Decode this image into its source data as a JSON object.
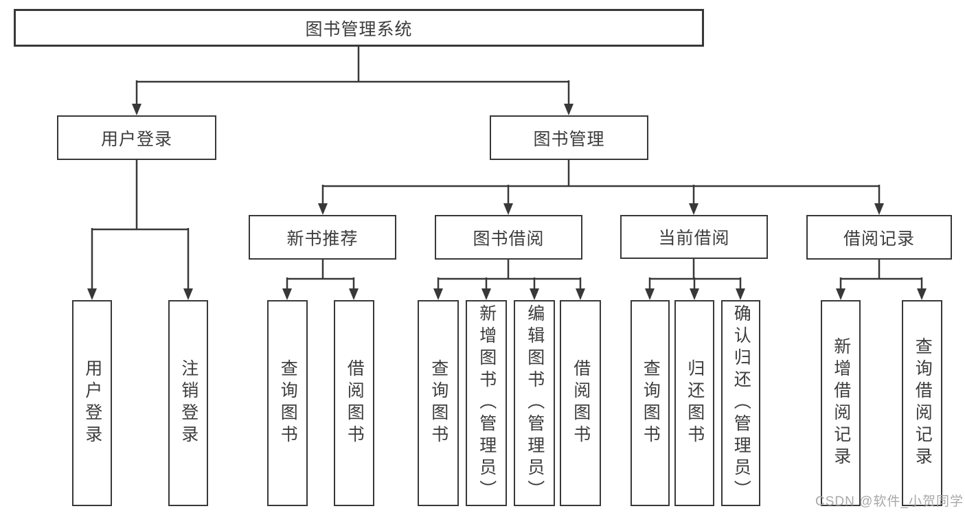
{
  "diagram": {
    "root": {
      "label": "图书管理系统"
    },
    "level2": {
      "user_login": "用户登录",
      "book_management": "图书管理"
    },
    "level3": {
      "new_book": "新书推荐",
      "book_borrow": "图书借阅",
      "current_borrow": "当前借阅",
      "borrow_record": "借阅记录"
    },
    "leaves": {
      "user_login": [
        "用户登录",
        "注销登录"
      ],
      "new_book": [
        "查询图书",
        "借阅图书"
      ],
      "book_borrow": [
        "查询图书",
        "新增图书（管理员）",
        "编辑图书（管理员）",
        "借阅图书"
      ],
      "current_borrow": [
        "查询图书",
        "归还图书",
        "确认归还（管理员）"
      ],
      "borrow_record": [
        "新增借阅记录",
        "查询借阅记录"
      ]
    }
  },
  "watermark": "CSDN @软件_小贺同学",
  "colors": {
    "line": "#383838",
    "text": "#3c3c3c",
    "watermark": "#a8a8a8",
    "background": "#ffffff"
  }
}
